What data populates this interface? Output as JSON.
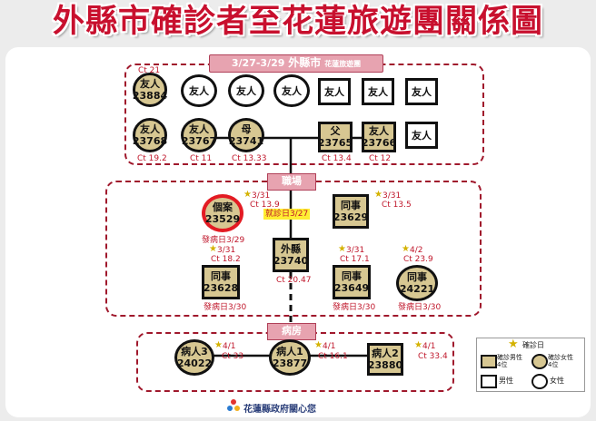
{
  "title": "外縣市確診者至花蓮旅遊團關係圖",
  "tour": {
    "date": "3/27-3/29",
    "city": "外縣市",
    "suffix": "花蓮旅遊團"
  },
  "work_tag": "職場",
  "ward_tag": "病房",
  "nodes": [
    {
      "id": "n23884",
      "l1": "友人",
      "l2": "23884",
      "ct": "Ct 21"
    },
    {
      "id": "f2",
      "l1": "友人"
    },
    {
      "id": "f3",
      "l1": "友人"
    },
    {
      "id": "f4",
      "l1": "友人"
    },
    {
      "id": "f5",
      "l1": "友人"
    },
    {
      "id": "f6",
      "l1": "友人"
    },
    {
      "id": "f7",
      "l1": "友人"
    },
    {
      "id": "n23768",
      "l1": "友人",
      "l2": "23768",
      "ct": "Ct 19.2"
    },
    {
      "id": "n23767",
      "l1": "友人",
      "l2": "23767",
      "ct": "Ct 11"
    },
    {
      "id": "n23741",
      "l1": "母",
      "l2": "23741",
      "ct": "Ct 13.33"
    },
    {
      "id": "n23765",
      "l1": "父",
      "l2": "23765",
      "ct": "Ct 13.4"
    },
    {
      "id": "n23766",
      "l1": "友人",
      "l2": "23766",
      "ct": "Ct 12"
    },
    {
      "id": "f8",
      "l1": "友人"
    },
    {
      "id": "n23529",
      "l1": "個案",
      "l2": "23529",
      "ct": "Ct 13.9",
      "star": "3/31",
      "onset": "發病日3/29"
    },
    {
      "id": "n23629",
      "l1": "同事",
      "l2": "23629",
      "ct": "Ct 13.5",
      "star": "3/31"
    },
    {
      "id": "n23740",
      "l1": "外縣",
      "l2": "23740",
      "ct": "Ct 20.47",
      "diag": "就診日3/27"
    },
    {
      "id": "n23628",
      "l1": "同事",
      "l2": "23628",
      "ct": "Ct 18.2",
      "star": "3/31",
      "onset": "發病日3/30"
    },
    {
      "id": "n23649",
      "l1": "同事",
      "l2": "23649",
      "ct": "Ct 17.1",
      "star": "3/31",
      "onset": "發病日3/30"
    },
    {
      "id": "n24221",
      "l1": "同事",
      "l2": "24221",
      "ct": "Ct 23.9",
      "star": "4/2",
      "onset": "發病日3/30"
    },
    {
      "id": "n24022",
      "l1": "病人3",
      "l2": "24022",
      "ct": "Ct 33",
      "star": "4/1"
    },
    {
      "id": "n23877",
      "l1": "病人1",
      "l2": "23877",
      "ct": "Ct 16.1",
      "star": "4/1"
    },
    {
      "id": "n23880",
      "l1": "病人2",
      "l2": "23880",
      "ct": "Ct 33.4",
      "star": "4/1"
    }
  ],
  "legend": {
    "star": "確診日",
    "g_male": "確診男性\n4位",
    "g_female": "確診女性\n4位",
    "w_male": "男性",
    "w_female": "女性"
  },
  "footer": "花蓮縣政府關心您",
  "colors": {
    "title": "#c8102e",
    "confirmed_fill": "#d7c792",
    "index_border": "#e31b23",
    "dashed": "#a0182c",
    "tag": "#e7a3b0"
  }
}
